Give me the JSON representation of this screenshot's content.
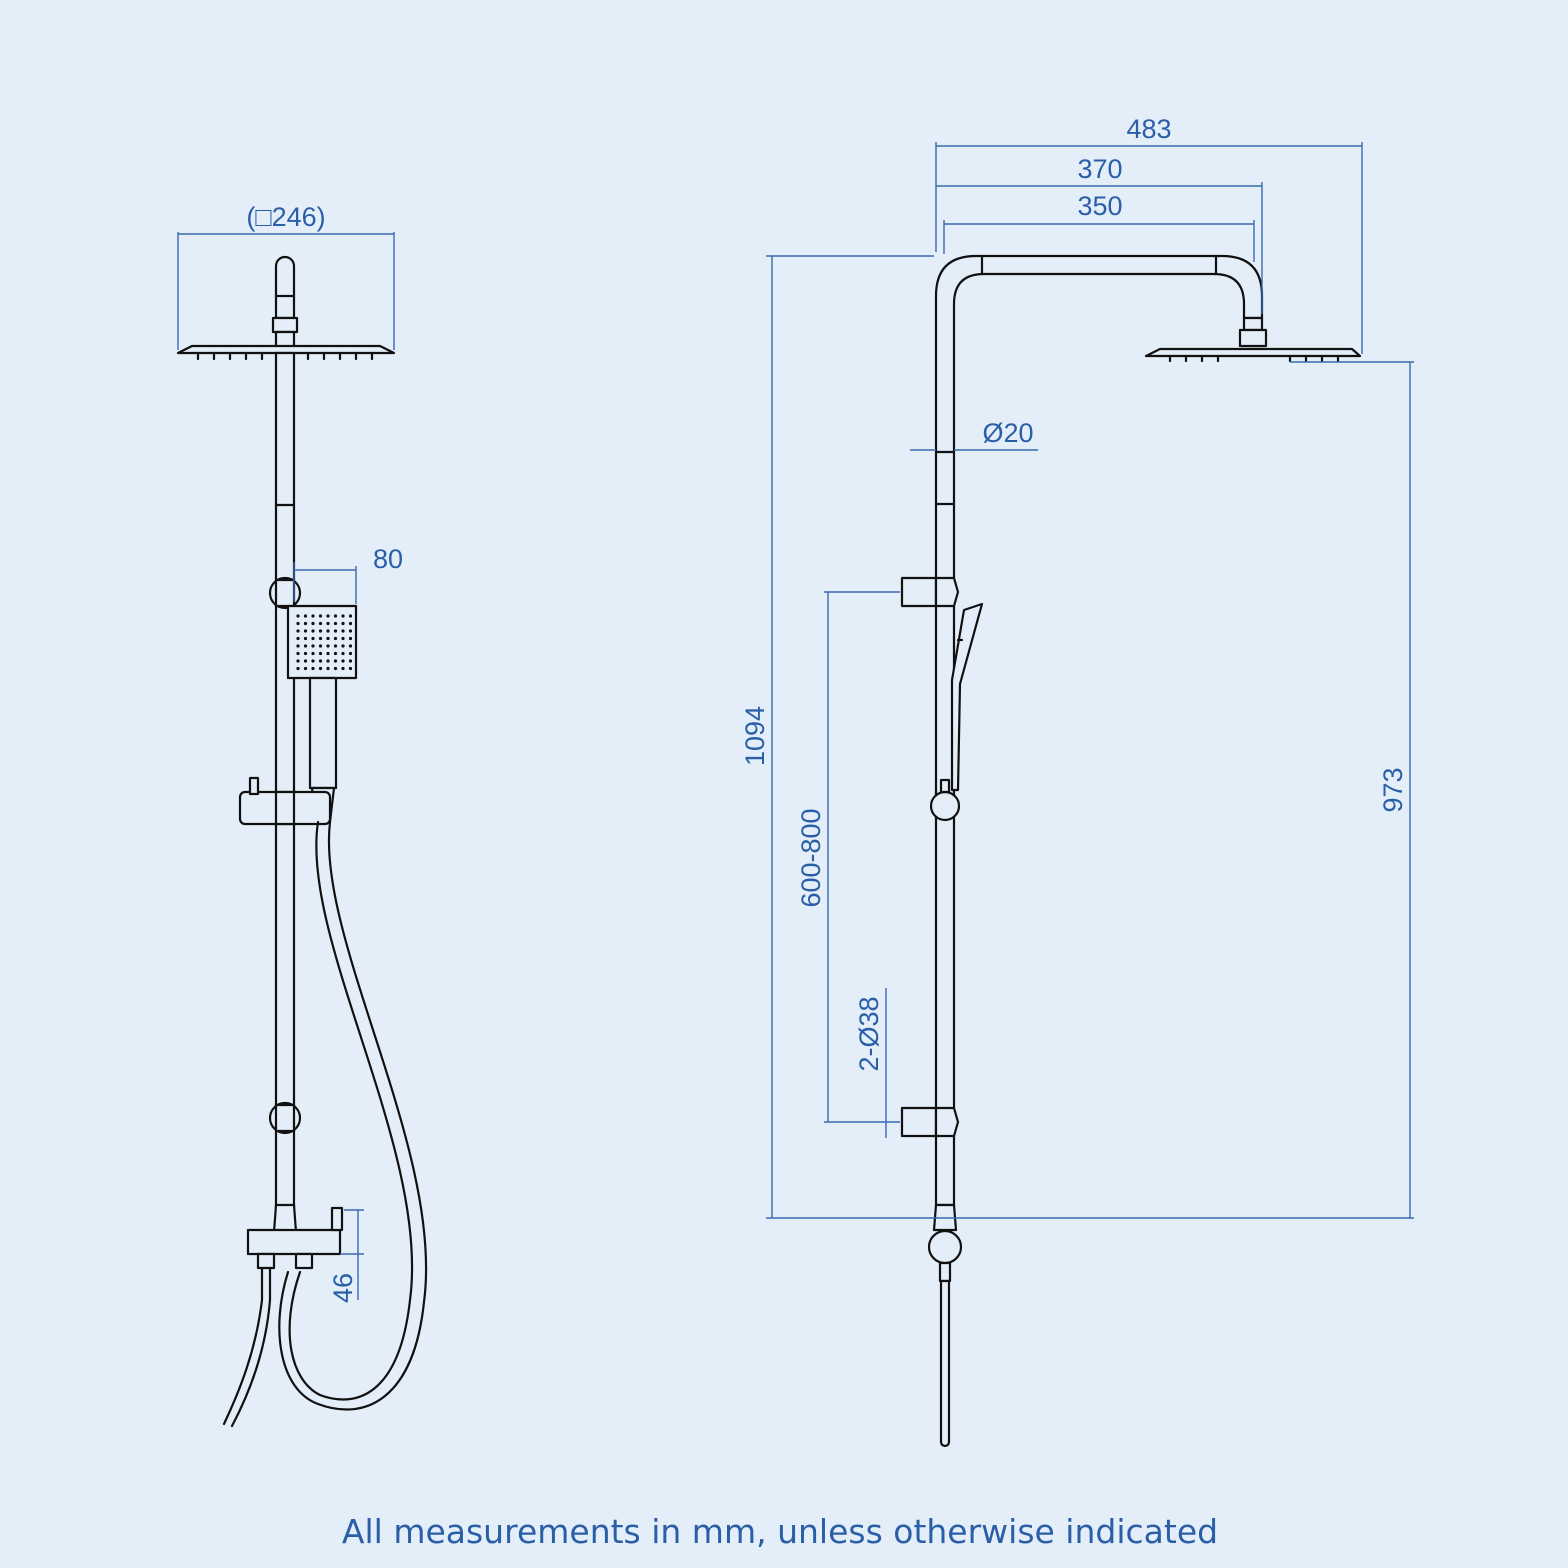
{
  "colors": {
    "background": "#e4eef9",
    "drawing_line": "#111111",
    "dimension_line": "#3a68b0",
    "dimension_text": "#2a5fa8"
  },
  "diagram": {
    "left_view": {
      "head_width_label": "(□246)",
      "handset_offset_label": "80",
      "valve_height_label": "46"
    },
    "right_view": {
      "arm_total_label": "483",
      "arm_center_label": "370",
      "arm_inner_label": "350",
      "rail_diameter_label": "Ø20",
      "total_height_label": "1094",
      "head_height_label": "973",
      "bracket_range_label": "600-800",
      "bracket_diameter_label": "2-Ø38"
    }
  },
  "footer": {
    "note": "All measurements in mm, unless otherwise indicated"
  }
}
